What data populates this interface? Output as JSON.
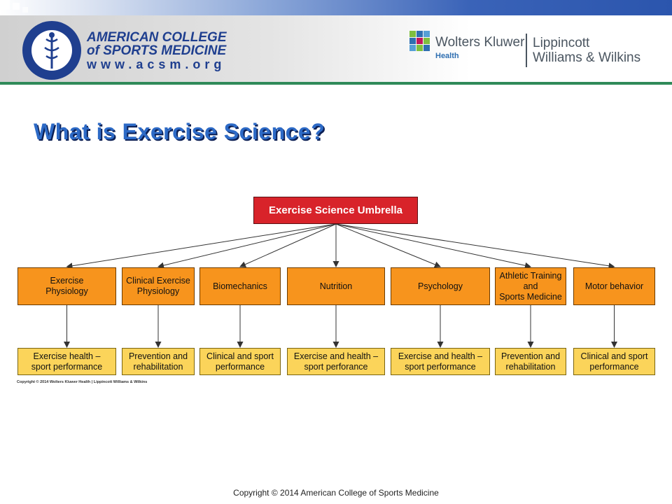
{
  "header": {
    "acsm_name_line1": "AMERICAN COLLEGE",
    "acsm_name_line2": "of SPORTS MEDICINE",
    "acsm_url": "www.acsm.org",
    "wk_name": "Wolters Kluwer",
    "wk_health": "Health",
    "lww_line1": "Lippincott",
    "lww_line2": "Williams & Wilkins"
  },
  "title": "What is Exercise Science?",
  "diagram": {
    "root": "Exercise Science Umbrella",
    "disciplines": [
      "Exercise\nPhysiology",
      "Clinical Exercise\nPhysiology",
      "Biomechanics",
      "Nutrition",
      "Psychology",
      "Athletic Training\nand\nSports Medicine",
      "Motor behavior"
    ],
    "outcomes": [
      "Exercise health –\nsport performance",
      "Prevention and\nrehabilitation",
      "Clinical and sport\nperformance",
      "Exercise and health –\nsport perforance",
      "Exercise and health –\nsport performance",
      "Prevention and\nrehabilitation",
      "Clinical and sport\nperformance"
    ],
    "figure_copyright": "Copyright © 2014 Wolters Kluwer Health | Lippincott Williams & Wilkins"
  },
  "footer": "Copyright © 2014 American College of Sports Medicine",
  "colors": {
    "umbrella": "#d8232a",
    "discipline": "#f7941d",
    "outcome": "#fbd45a",
    "title": "#2d6ac6",
    "brand_blue": "#1f3f8f"
  }
}
